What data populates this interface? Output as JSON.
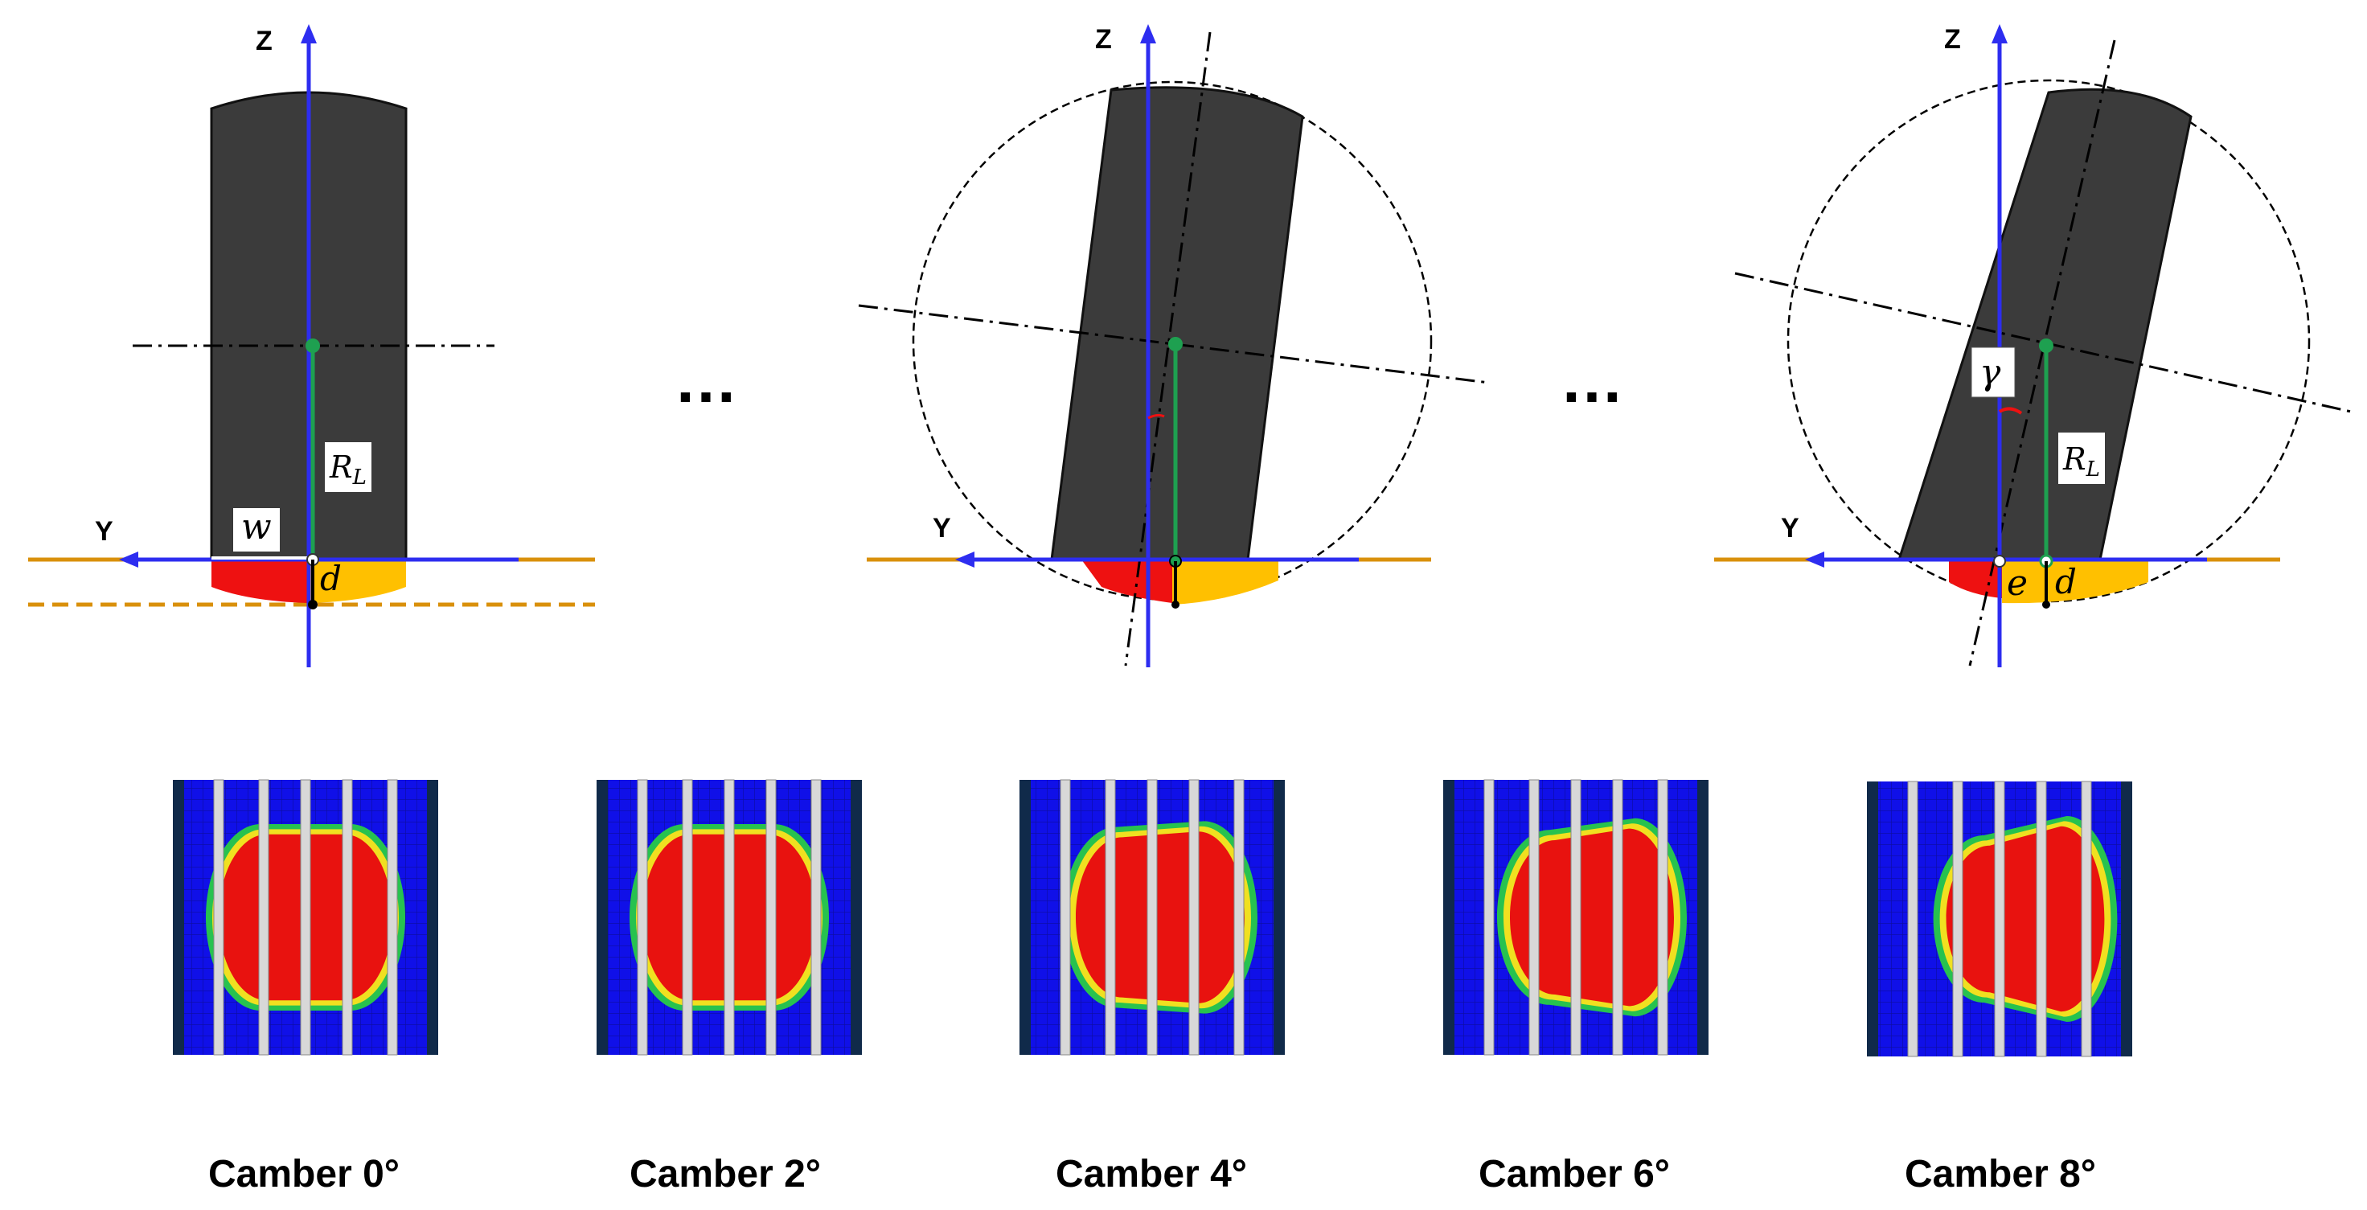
{
  "axes": {
    "z_label": "Z",
    "y_label": "Y"
  },
  "symbols": {
    "w": "w",
    "d": "d",
    "R": "R",
    "L": "L",
    "gamma": "γ",
    "e": "e"
  },
  "ellipsis": "…",
  "captions": [
    "Camber 0°",
    "Camber 2°",
    "Camber 4°",
    "Camber 6°",
    "Camber 8°"
  ],
  "colors": {
    "tire": "#3b3b3b",
    "axis": "#2d2df0",
    "ground": "#d9900b",
    "radius": "#1ea050",
    "contact_left": "#ee1111",
    "contact_right": "#ffc000",
    "fem_blue": "#1010e8",
    "fem_red": "#e8120f",
    "fem_green": "#27c24f",
    "fem_yellow": "#f0e020",
    "fem_dark": "#102a4a",
    "groove": "#d8d8d8"
  }
}
